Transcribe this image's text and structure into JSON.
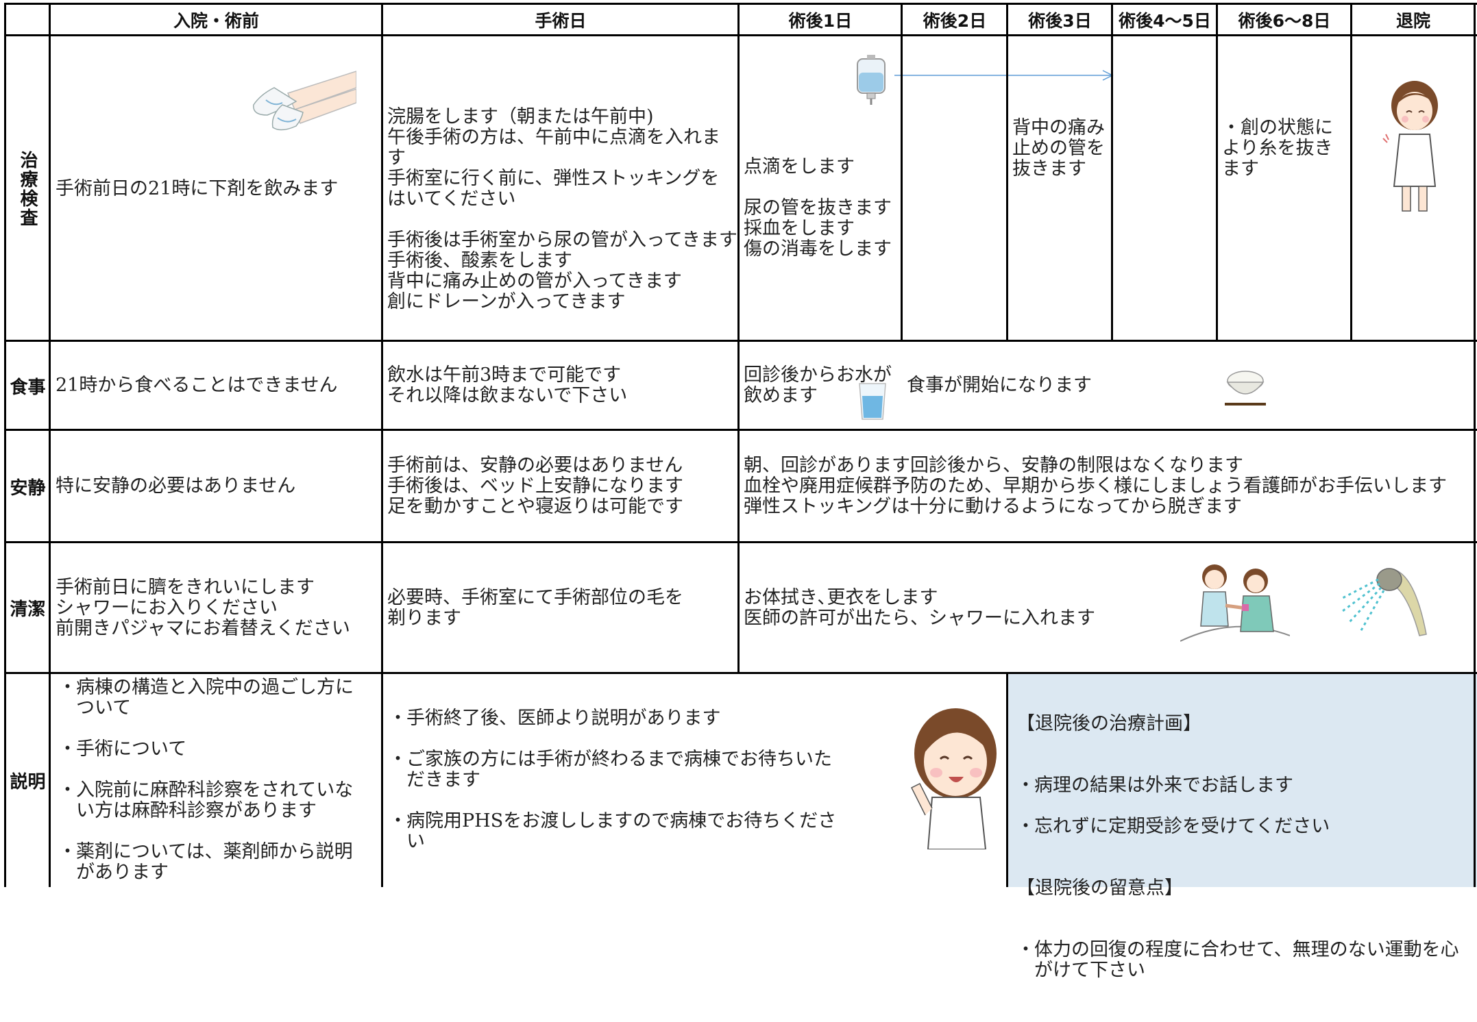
{
  "headers": [
    "入院・術前",
    "手術日",
    "術後1日",
    "術後2日",
    "術後3日",
    "術後4～5日",
    "術後6～8日",
    "退院"
  ],
  "rows": {
    "treatment": {
      "label": "治療検査",
      "pre": "手術前日の21時に下剤を飲みます",
      "surgery": "浣腸をします（朝または午前中)\n午後手術の方は、午前中に点滴を入れます\n手術室に行く前に、弾性ストッキングをはいてください\n\n手術後は手術室から尿の管が入ってきます\n手術後、酸素をします\n背中に痛み止めの管が入ってきます\n創にドレーンが入ってきます",
      "day1": "点滴をします\n\n尿の管を抜きます\n採血をします\n傷の消毒をします",
      "day3": "背中の痛み\n止めの管を\n抜きます",
      "day6_8": "・創の状態に\nより糸を抜き\nます"
    },
    "meal": {
      "label": "食事",
      "pre": "21時から食べることはできません",
      "surgery": "飲水は午前3時まで可能です\nそれ以降は飲まないで下さい",
      "day1": "回診後からお水が\n飲めます",
      "day2_on": "食事が開始になります"
    },
    "rest": {
      "label": "安静",
      "pre": "特に安静の必要はありません",
      "surgery": "手術前は、安静の必要はありません\n手術後は、ベッド上安静になります\n足を動かすことや寝返りは可能です",
      "day1_on": "朝、回診があります回診後から、安静の制限はなくなります\n血栓や廃用症候群予防のため、早期から歩く様にしましょう看護師がお手伝いします\n弾性ストッキングは十分に動けるようになってから脱ぎます"
    },
    "hygiene": {
      "label": "清潔",
      "pre": "手術前日に臍をきれいにします\nシャワーにお入りください\n前開きパジャマにお着替えください",
      "surgery": "必要時、手術室にて手術部位の毛を\n剃ります",
      "day1_on": "お体拭き､更衣をします\n医師の許可が出たら、シャワーに入れます"
    },
    "explanation": {
      "label": "説明",
      "pre": [
        "病棟の構造と入院中の過ごし方について",
        "手術について",
        "入院前に麻酔科診察をされていない方は麻酔科診察があります",
        "薬剤については、薬剤師から説明があります"
      ],
      "surgery": [
        "手術終了後、医師より説明があります",
        "ご家族の方には手術が終わるまで病棟でお待ちいただきます",
        "病院用PHSをお渡ししますので病棟でお待ちください"
      ],
      "discharge_plan": {
        "heading1": "【退院後の治療計画】",
        "items1": [
          "病理の結果は外来でお話します",
          "忘れずに定期受診を受けてください"
        ],
        "heading2": "【退院後の留意点】",
        "items2": [
          "体力の回復の程度に合わせて、無理のない運動を心がけて下さい"
        ]
      }
    }
  },
  "colors": {
    "plan_background": "#dce8f2",
    "arrow": "#5b9bd5"
  },
  "icons": [
    "legs-stockings-icon",
    "iv-drip-bag-icon",
    "nurse-bowing-icon",
    "water-glass-icon",
    "rice-bowl-icon",
    "nurse-patient-wiping-icon",
    "shower-head-icon",
    "nurse-smiling-icon"
  ]
}
